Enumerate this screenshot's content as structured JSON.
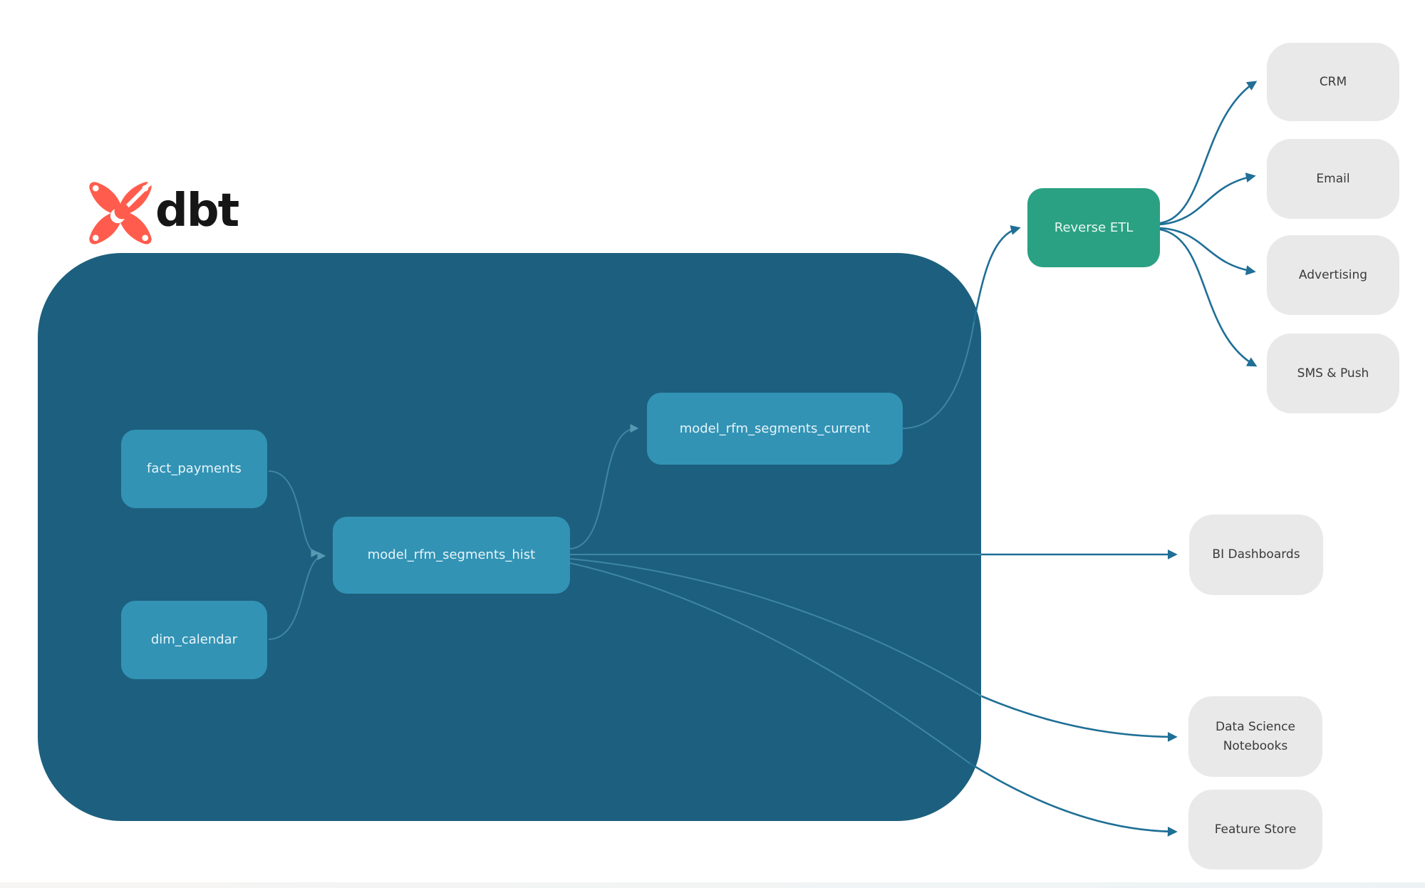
{
  "logo": {
    "brand": "dbt"
  },
  "colors": {
    "warehouse_bg": "#1d5f7e",
    "model_node": "#3293b5",
    "reverse_etl_node": "#2aa183",
    "destination_node": "#e9e9e9",
    "edge_inside": "#3d87a4",
    "edge_outside": "#1f6f96",
    "logo_orange": "#ff5c4d",
    "node_text_light": "#e8f4f8",
    "node_text_dark": "#3a3a3a"
  },
  "nodes": {
    "fact_payments": "fact_payments",
    "dim_calendar": "dim_calendar",
    "model_hist": "model_rfm_segments_hist",
    "model_current": "model_rfm_segments_current",
    "reverse_etl": "Reverse ETL",
    "crm": "CRM",
    "email": "Email",
    "advertising": "Advertising",
    "sms_push": "SMS & Push",
    "bi_dashboards": "BI Dashboards",
    "ds_notebooks": "Data Science Notebooks",
    "feature_store": "Feature Store"
  },
  "edges": [
    {
      "from": "fact_payments",
      "to": "model_rfm_segments_hist"
    },
    {
      "from": "dim_calendar",
      "to": "model_rfm_segments_hist"
    },
    {
      "from": "model_rfm_segments_hist",
      "to": "model_rfm_segments_current"
    },
    {
      "from": "model_rfm_segments_current",
      "to": "Reverse ETL"
    },
    {
      "from": "Reverse ETL",
      "to": "CRM"
    },
    {
      "from": "Reverse ETL",
      "to": "Email"
    },
    {
      "from": "Reverse ETL",
      "to": "Advertising"
    },
    {
      "from": "Reverse ETL",
      "to": "SMS & Push"
    },
    {
      "from": "model_rfm_segments_hist",
      "to": "BI Dashboards"
    },
    {
      "from": "model_rfm_segments_hist",
      "to": "Data Science Notebooks"
    },
    {
      "from": "model_rfm_segments_hist",
      "to": "Feature Store"
    }
  ]
}
